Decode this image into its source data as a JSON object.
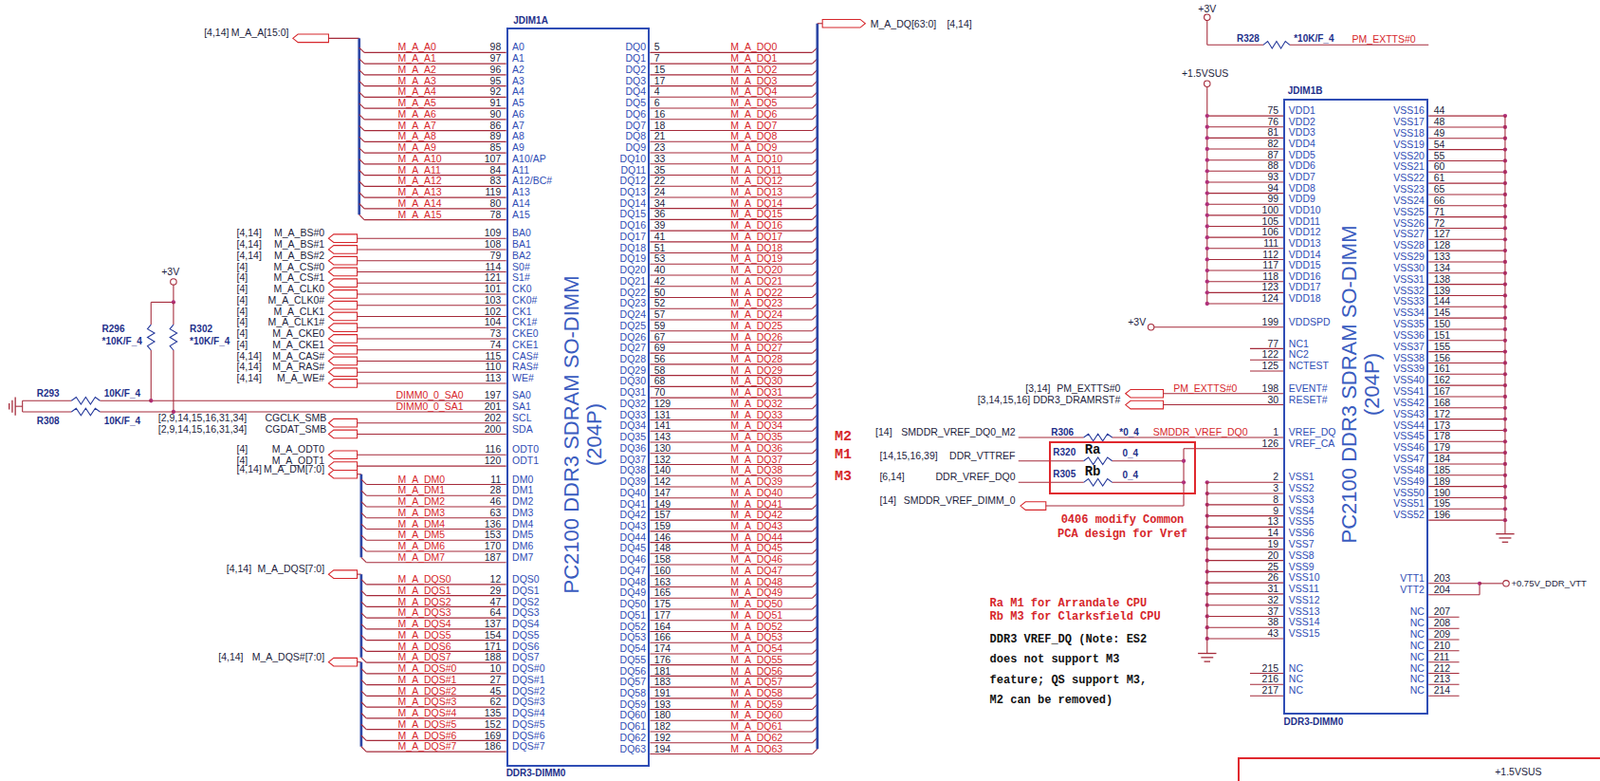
{
  "diagram": {
    "nodes": [
      {
        "text": [
          "JDIM1A",
          "PC2100 DDR3 SDRAM SO-DIMM (204P)",
          "DDR3-DIMM0"
        ]
      },
      {
        "text": [
          "JDIM1B",
          "PC2100 DDR3 SDRAM SO-DIMM (204P)",
          "DDR3-DIMM0"
        ]
      },
      {
        "text": [
          "R320",
          "Ra",
          "0_4",
          "R305",
          "Rb",
          "0_4",
          "0406 modify Common PCA design for Vref"
        ]
      },
      {
        "text": [
          "+1.5VSUS"
        ]
      }
    ],
    "labels": [
      "A0",
      "A1",
      "A2",
      "A3",
      "A4",
      "A5",
      "A6",
      "A7",
      "A8",
      "A9",
      "A10/AP",
      "A11",
      "A12/BC#",
      "A13",
      "A14",
      "A15",
      "BA0",
      "BA1",
      "BA2",
      "S0#",
      "S1#",
      "CK0",
      "CK0#",
      "CK1",
      "CK1#",
      "CKE0",
      "CKE1",
      "CAS#",
      "RAS#",
      "WE#",
      "SA0",
      "SA1",
      "SCL",
      "SDA",
      "ODT0",
      "ODT1",
      "DM0",
      "DM1",
      "DM2",
      "DM3",
      "DM4",
      "DM5",
      "DM6",
      "DM7",
      "DQS0",
      "DQS1",
      "DQS2",
      "DQS3",
      "DQS4",
      "DQS5",
      "DQS6",
      "DQS7",
      "DQS#0",
      "DQS#1",
      "DQS#2",
      "DQS#3",
      "DQS#4",
      "DQS#5",
      "DQS#6",
      "DQS#7",
      "98",
      "97",
      "96",
      "95",
      "92",
      "91",
      "90",
      "86",
      "89",
      "85",
      "107",
      "84",
      "83",
      "119",
      "80",
      "78",
      "109",
      "108",
      "79",
      "114",
      "121",
      "101",
      "103",
      "102",
      "104",
      "73",
      "74",
      "115",
      "110",
      "113",
      "197",
      "201",
      "202",
      "200",
      "116",
      "120",
      "11",
      "28",
      "46",
      "63",
      "136",
      "153",
      "170",
      "187",
      "12",
      "29",
      "47",
      "64",
      "137",
      "154",
      "171",
      "188",
      "10",
      "27",
      "45",
      "62",
      "135",
      "152",
      "169",
      "186",
      "DQ0",
      "DQ1",
      "DQ2",
      "DQ3",
      "DQ4",
      "DQ5",
      "DQ6",
      "DQ7",
      "DQ8",
      "DQ9",
      "DQ10",
      "DQ11",
      "DQ12",
      "DQ13",
      "DQ14",
      "DQ15",
      "DQ16",
      "DQ17",
      "DQ18",
      "DQ19",
      "DQ20",
      "DQ21",
      "DQ22",
      "DQ23",
      "DQ24",
      "DQ25",
      "DQ26",
      "DQ27",
      "DQ28",
      "DQ29",
      "DQ30",
      "DQ31",
      "DQ32",
      "DQ33",
      "DQ34",
      "DQ35",
      "DQ36",
      "DQ37",
      "DQ38",
      "DQ39",
      "DQ40",
      "DQ41",
      "DQ42",
      "DQ43",
      "DQ44",
      "DQ45",
      "DQ46",
      "DQ47",
      "DQ48",
      "DQ49",
      "DQ50",
      "DQ51",
      "DQ52",
      "DQ53",
      "DQ54",
      "DQ55",
      "DQ56",
      "DQ57",
      "DQ58",
      "DQ59",
      "DQ60",
      "DQ61",
      "DQ62",
      "DQ63",
      "5",
      "7",
      "15",
      "17",
      "4",
      "6",
      "16",
      "18",
      "21",
      "23",
      "33",
      "35",
      "22",
      "24",
      "34",
      "36",
      "39",
      "41",
      "51",
      "53",
      "40",
      "42",
      "50",
      "52",
      "57",
      "59",
      "67",
      "69",
      "56",
      "58",
      "68",
      "70",
      "129",
      "131",
      "141",
      "143",
      "130",
      "132",
      "140",
      "142",
      "147",
      "149",
      "157",
      "159",
      "146",
      "148",
      "158",
      "160",
      "163",
      "165",
      "175",
      "177",
      "164",
      "166",
      "174",
      "176",
      "181",
      "183",
      "191",
      "193",
      "180",
      "182",
      "192",
      "194",
      "M_A_DQ0",
      "M_A_DQ1",
      "M_A_DQ2",
      "M_A_DQ3",
      "M_A_DQ4",
      "M_A_DQ5",
      "M_A_DQ6",
      "M_A_DQ7",
      "M_A_DQ8",
      "M_A_DQ9",
      "M_A_DQ10",
      "M_A_DQ11",
      "M_A_DQ12",
      "M_A_DQ13",
      "M_A_DQ14",
      "M_A_DQ15",
      "M_A_DQ16",
      "M_A_DQ17",
      "M_A_DQ18",
      "M_A_DQ19",
      "M_A_DQ20",
      "M_A_DQ21",
      "M_A_DQ22",
      "M_A_DQ23",
      "M_A_DQ24",
      "M_A_DQ25",
      "M_A_DQ26",
      "M_A_DQ27",
      "M_A_DQ28",
      "M_A_DQ29",
      "M_A_DQ30",
      "M_A_DQ31",
      "M_A_DQ32",
      "M_A_DQ33",
      "M_A_DQ34",
      "M_A_DQ35",
      "M_A_DQ36",
      "M_A_DQ37",
      "M_A_DQ38",
      "M_A_DQ39",
      "M_A_DQ40",
      "M_A_DQ41",
      "M_A_DQ42",
      "M_A_DQ43",
      "M_A_DQ44",
      "M_A_DQ45",
      "M_A_DQ46",
      "M_A_DQ47",
      "M_A_DQ48",
      "M_A_DQ49",
      "M_A_DQ50",
      "M_A_DQ51",
      "M_A_DQ52",
      "M_A_DQ53",
      "M_A_DQ54",
      "M_A_DQ55",
      "M_A_DQ56",
      "M_A_DQ57",
      "M_A_DQ58",
      "M_A_DQ59",
      "M_A_DQ60",
      "M_A_DQ61",
      "M_A_DQ62",
      "M_A_DQ63",
      "M_A_A0",
      "M_A_A1",
      "M_A_A2",
      "M_A_A3",
      "M_A_A4",
      "M_A_A5",
      "M_A_A6",
      "M_A_A7",
      "M_A_A8",
      "M_A_A9",
      "M_A_A10",
      "M_A_A11",
      "M_A_A12",
      "M_A_A13",
      "M_A_A14",
      "M_A_A15",
      "DIMM0_0_SA0",
      "DIMM0_0_SA1",
      "M_A_DM0",
      "M_A_DM1",
      "M_A_DM2",
      "M_A_DM3",
      "M_A_DM4",
      "M_A_DM5",
      "M_A_DM6",
      "M_A_DM7",
      "M_A_DQS0",
      "M_A_DQS1",
      "M_A_DQS2",
      "M_A_DQS3",
      "M_A_DQS4",
      "M_A_DQS5",
      "M_A_DQS6",
      "M_A_DQS7",
      "M_A_DQS#0",
      "M_A_DQS#1",
      "M_A_DQS#2",
      "M_A_DQS#3",
      "M_A_DQS#4",
      "M_A_DQS#5",
      "M_A_DQS#6",
      "M_A_DQS#7",
      "[4,14]",
      "M_A_A[15:0]",
      "[4,14]",
      "[4,14]",
      "[4,14]",
      "[4]",
      "[4]",
      "[4]",
      "[4]",
      "[4]",
      "[4]",
      "[4]",
      "[4]",
      "[4,14]",
      "[4,14]",
      "[4,14]",
      "M_A_BS#0",
      "M_A_BS#1",
      "M_A_BS#2",
      "M_A_CS#0",
      "M_A_CS#1",
      "M_A_CLK0",
      "M_A_CLK0#",
      "M_A_CLK1",
      "M_A_CLK1#",
      "M_A_CKE0",
      "M_A_CKE1",
      "M_A_CAS#",
      "M_A_RAS#",
      "M_A_WE#",
      "[2,9,14,15,16,31,34]",
      "[2,9,14,15,16,31,34]",
      "CGCLK_SMB",
      "CGDAT_SMB",
      "[4]",
      "[4]",
      "M_A_ODT0",
      "M_A_ODT1",
      "[4,14]",
      "M_A_DM[7:0]",
      "[4,14]",
      "M_A_DQS[7:0]",
      "[4,14]",
      "M_A_DQS#[7:0]",
      "+3V",
      "R296",
      "*10K/F_4",
      "R302",
      "*10K/F_4",
      "R293",
      "10K/F_4",
      "R308",
      "10K/F_4",
      "M_A_DQ[63:0]",
      "[4,14]",
      "VDD1",
      "VDD2",
      "VDD3",
      "VDD4",
      "VDD5",
      "VDD6",
      "VDD7",
      "VDD8",
      "VDD9",
      "VDD10",
      "VDD11",
      "VDD12",
      "VDD13",
      "VDD14",
      "VDD15",
      "VDD16",
      "VDD17",
      "VDD18",
      "VDDSPD",
      "NC1",
      "NC2",
      "NCTEST",
      "EVENT#",
      "RESET#",
      "VREF_DQ",
      "VREF_CA",
      "VSS1",
      "VSS2",
      "VSS3",
      "VSS4",
      "VSS5",
      "VSS6",
      "VSS7",
      "VSS8",
      "VSS9",
      "VSS10",
      "VSS11",
      "VSS12",
      "VSS13",
      "VSS14",
      "VSS15",
      "NC",
      "NC",
      "NC",
      "75",
      "76",
      "81",
      "82",
      "87",
      "88",
      "93",
      "94",
      "99",
      "100",
      "105",
      "106",
      "111",
      "112",
      "117",
      "118",
      "123",
      "124",
      "199",
      "77",
      "122",
      "125",
      "198",
      "30",
      "1",
      "126",
      "2",
      "3",
      "8",
      "9",
      "13",
      "14",
      "19",
      "20",
      "25",
      "26",
      "31",
      "32",
      "37",
      "38",
      "43",
      "215",
      "216",
      "217",
      "VSS16",
      "VSS17",
      "VSS18",
      "VSS19",
      "VSS20",
      "VSS21",
      "VSS22",
      "VSS23",
      "VSS24",
      "VSS25",
      "VSS26",
      "VSS27",
      "VSS28",
      "VSS29",
      "VSS30",
      "VSS31",
      "VSS32",
      "VSS33",
      "VSS34",
      "VSS35",
      "VSS36",
      "VSS37",
      "VSS38",
      "VSS39",
      "VSS40",
      "VSS41",
      "VSS42",
      "VSS43",
      "VSS44",
      "VSS45",
      "VSS46",
      "VSS47",
      "VSS48",
      "VSS49",
      "VSS50",
      "VSS51",
      "VSS52",
      "VTT1",
      "VTT2",
      "NC",
      "NC",
      "NC",
      "NC",
      "NC",
      "NC",
      "NC",
      "NC",
      "44",
      "48",
      "49",
      "54",
      "55",
      "60",
      "61",
      "65",
      "66",
      "71",
      "72",
      "127",
      "128",
      "133",
      "134",
      "138",
      "139",
      "144",
      "145",
      "150",
      "151",
      "155",
      "156",
      "161",
      "162",
      "167",
      "168",
      "172",
      "173",
      "178",
      "179",
      "184",
      "185",
      "189",
      "190",
      "195",
      "196",
      "203",
      "204",
      "207",
      "208",
      "209",
      "210",
      "211",
      "212",
      "213",
      "214",
      "+3V",
      "R328",
      "*10K/F_4",
      "PM_EXTTS#0",
      "+1.5VSUS",
      "+3V",
      "[3,14]",
      "PM_EXTTS#0",
      "PM_EXTTS#0",
      "[3,14,15,16]",
      "DDR3_DRAMRST#",
      "M2",
      "[14]",
      "SMDDR_VREF_DQ0_M2",
      "R306",
      "*0_4",
      "SMDDR_VREF_DQ0",
      "M1",
      "[14,15,16,39]",
      "DDR_VTTREF",
      "M3",
      "[6,14]",
      "DDR_VREF_DQ0",
      "[14]",
      "SMDDR_VREF_DIMM_0",
      "Ra M1 for Arrandale CPU",
      "Rb M3 for Clarksfield CPU",
      "DDR3 VREF_DQ (Note: ES2 does not support M3 feature; QS support M3, M2 can be removed)",
      "+0.75V_DDR_VTT"
    ]
  }
}
